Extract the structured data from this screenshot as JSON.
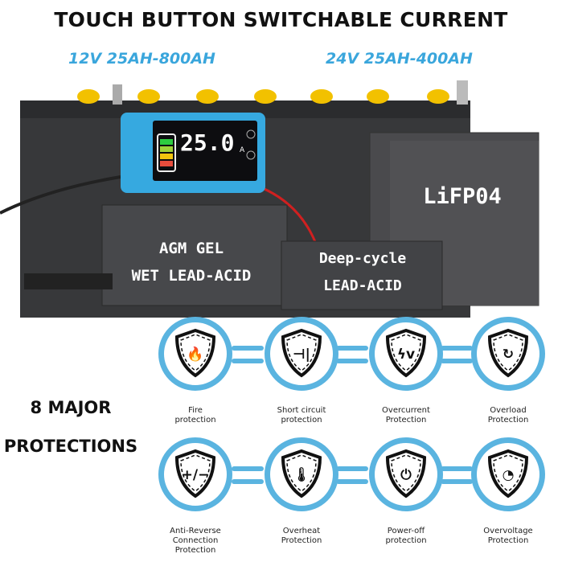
{
  "title": "TOUCH BUTTON SWITCHABLE CURRENT",
  "subtitles": {
    "left": "12V 25AH-800AH",
    "right": "24V 25AH-400AH"
  },
  "charger": {
    "display_value": "25.0",
    "unit": "A"
  },
  "batteries": {
    "lifepo4": "LiFP04",
    "agm_line1": "AGM  GEL",
    "agm_line2": "WET LEAD-ACID",
    "deep_line1": "Deep-cycle",
    "deep_line2": "LEAD-ACID"
  },
  "protections_heading": {
    "line1": "8 MAJOR",
    "line2": "PROTECTIONS"
  },
  "protections": [
    {
      "label1": "Fire",
      "label2": "protection",
      "icon": "fire-icon"
    },
    {
      "label1": "Short circuit",
      "label2": "protection",
      "icon": "circuit-icon"
    },
    {
      "label1": "Overcurrent",
      "label2": "Protection",
      "icon": "lightning-icon"
    },
    {
      "label1": "Overload",
      "label2": "Protection",
      "icon": "refresh-icon"
    },
    {
      "label1": "Anti-Reverse",
      "label2": "Connection",
      "label3": "Protection",
      "icon": "plus-minus-icon"
    },
    {
      "label1": "Overheat",
      "label2": "Protection",
      "icon": "thermometer-icon"
    },
    {
      "label1": "Power-off",
      "label2": "protection",
      "icon": "power-icon"
    },
    {
      "label1": "Overvoltage",
      "label2": "Protection",
      "icon": "gauge-icon"
    }
  ],
  "colors": {
    "accent": "#3aa6dc",
    "ring": "#5ab4e0",
    "battery": "#3b3b3d"
  }
}
